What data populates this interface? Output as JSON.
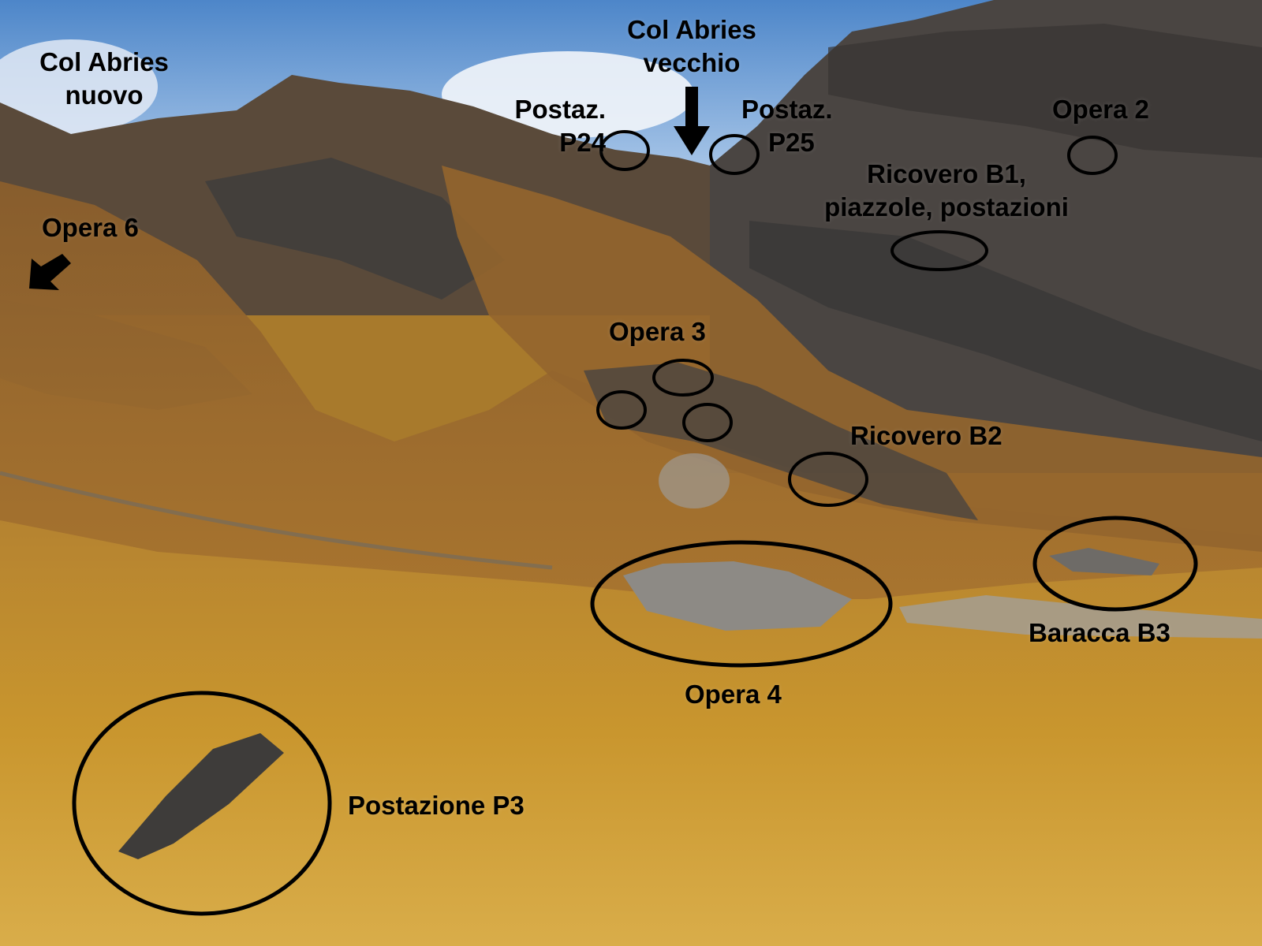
{
  "image": {
    "colors": {
      "sky_top": "#4d86c9",
      "sky_bottom": "#b9d2ee",
      "cloud": "#f2f5f9",
      "rock_dark": "#3f3d3c",
      "slope_brown": "#9a6a30",
      "meadow_gold": "#c9962e",
      "meadow_light": "#d9ad4a",
      "annotation": "#000000"
    }
  },
  "labels": {
    "col_abries_nuovo": [
      "Col Abries",
      "nuovo"
    ],
    "col_abries_vecchio": [
      "Col Abries",
      "vecchio"
    ],
    "postaz_p24": [
      "Postaz.",
      "P24"
    ],
    "postaz_p25": [
      "Postaz.",
      "P25"
    ],
    "opera_2": "Opera 2",
    "ricovero_b1": [
      "Ricovero B1,",
      "piazzole, postazioni"
    ],
    "opera_6": "Opera 6",
    "opera_3": "Opera 3",
    "ricovero_b2": "Ricovero B2",
    "baracca_b3": "Baracca B3",
    "opera_4": "Opera 4",
    "postazione_p3": "Postazione P3"
  },
  "markers": {
    "circles": [
      "p24",
      "p25",
      "opera-2",
      "ricovero-b1",
      "opera-3-a",
      "opera-3-b",
      "opera-3-c",
      "ricovero-b2",
      "opera-4",
      "baracca-b3",
      "postazione-p3"
    ],
    "arrows": [
      "col-abries-vecchio-arrow",
      "opera-6-arrow"
    ]
  }
}
